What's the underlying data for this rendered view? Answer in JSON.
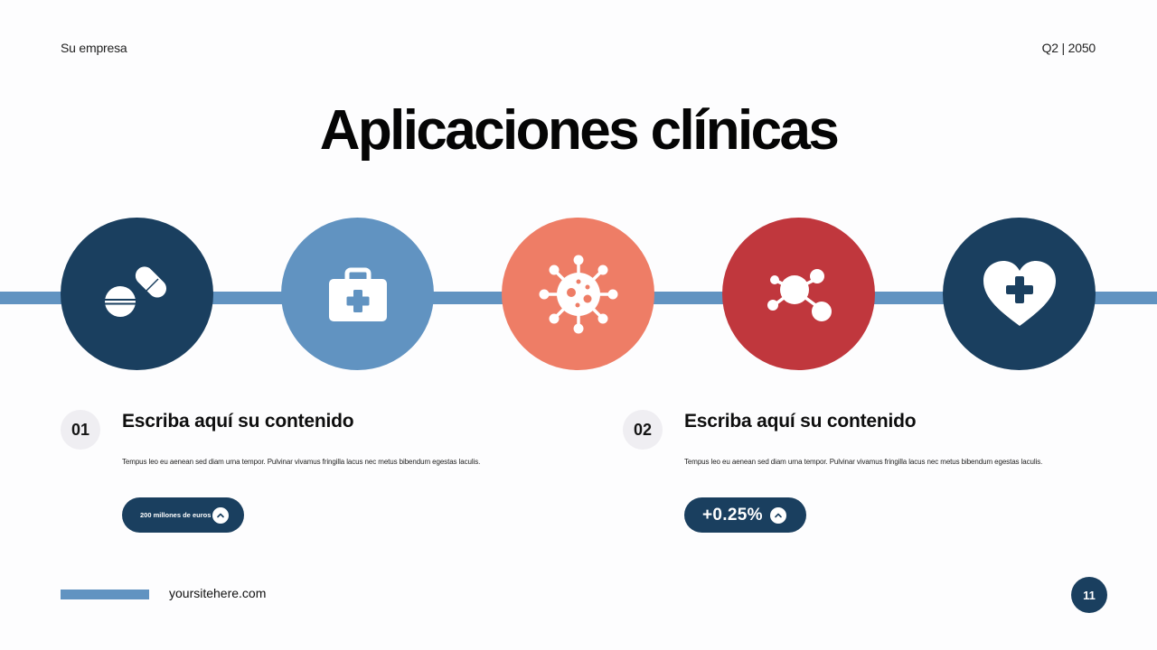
{
  "header": {
    "company": "Su empresa",
    "period": "Q2 | 2050"
  },
  "title": "Aplicaciones clínicas",
  "colors": {
    "navy": "#1a3f5f",
    "blue": "#6193c1",
    "coral": "#ee7d66",
    "red": "#c0373d",
    "line": "#6193c1",
    "badge_bg": "#efeef2"
  },
  "timeline": {
    "icons": [
      {
        "name": "pills-icon",
        "color": "#1a3f5f"
      },
      {
        "name": "first-aid-kit-icon",
        "color": "#6193c1"
      },
      {
        "name": "virus-icon",
        "color": "#ee7d66"
      },
      {
        "name": "molecule-icon",
        "color": "#c0373d"
      },
      {
        "name": "heart-cross-icon",
        "color": "#1a3f5f"
      }
    ]
  },
  "items": [
    {
      "number": "01",
      "heading": "Escriba aquí su contenido",
      "body": "Tempus leo eu aenean sed diam urna tempor. Pulvinar vivamus fringilla lacus nec metus bibendum egestas laculis.",
      "pill_label": "200 millones de euros",
      "pill_icon": "chevron-up-icon"
    },
    {
      "number": "02",
      "heading": "Escriba aquí su contenido",
      "body": "Tempus leo eu aenean sed diam urna tempor. Pulvinar vivamus fringilla lacus nec metus bibendum egestas laculis.",
      "pill_label": "+0.25%",
      "pill_icon": "chevron-up-icon"
    }
  ],
  "footer": {
    "site": "yoursitehere.com",
    "page_number": "11"
  }
}
